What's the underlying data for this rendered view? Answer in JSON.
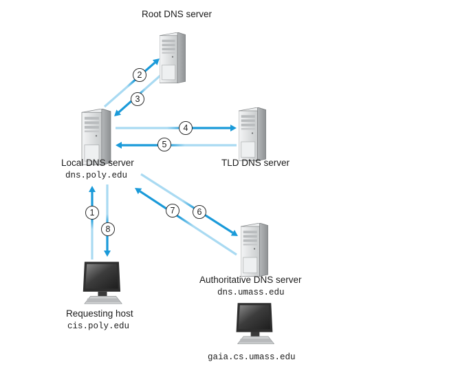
{
  "nodes": {
    "root": {
      "name": "Root DNS server"
    },
    "local": {
      "name": "Local DNS server",
      "host": "dns.poly.edu"
    },
    "tld": {
      "name": "TLD DNS server"
    },
    "auth": {
      "name": "Authoritative DNS server",
      "host": "dns.umass.edu"
    },
    "requester": {
      "name": "Requesting host",
      "host": "cis.poly.edu"
    },
    "target": {
      "host": "gaia.cs.umass.edu"
    }
  },
  "steps": [
    "1",
    "2",
    "3",
    "4",
    "5",
    "6",
    "7",
    "8"
  ],
  "colors": {
    "arrow_dark": "#1a9ad9",
    "arrow_light": "#a9daf2",
    "server_body": "#d7d9da",
    "monitor_screen": "#4a4a4a"
  }
}
